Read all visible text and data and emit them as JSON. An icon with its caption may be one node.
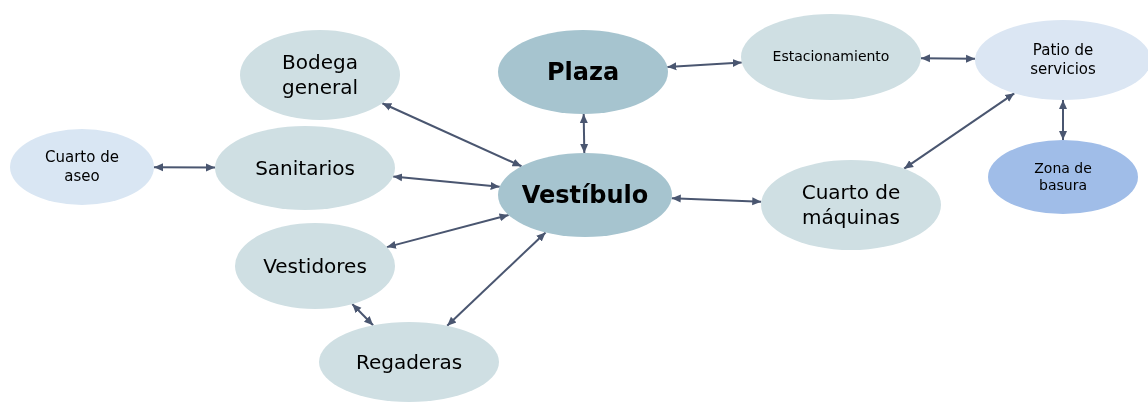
{
  "diagram": {
    "nodes": [
      {
        "text": [
          "Bodega general"
        ]
      },
      {
        "text": [
          "Plaza"
        ]
      },
      {
        "text": [
          "Estacionamiento"
        ]
      },
      {
        "text": [
          "Patio de servicios"
        ]
      },
      {
        "text": [
          "Cuarto de aseo"
        ]
      },
      {
        "text": [
          "Sanitarios"
        ]
      },
      {
        "text": [
          "Vestíbulo"
        ]
      },
      {
        "text": [
          "Cuarto de máquinas"
        ]
      },
      {
        "text": [
          "Zona de basura"
        ]
      },
      {
        "text": [
          "Vestidores"
        ]
      },
      {
        "text": [
          "Regaderas"
        ]
      }
    ],
    "edges": [
      {
        "from": 1,
        "to": 2,
        "arrow": "both"
      },
      {
        "from": 2,
        "to": 3,
        "arrow": "both"
      },
      {
        "from": 3,
        "to": 8,
        "arrow": "both"
      },
      {
        "from": 3,
        "to": 7,
        "arrow": "both"
      },
      {
        "from": 6,
        "to": 7,
        "arrow": "both"
      },
      {
        "from": 6,
        "to": 1,
        "arrow": "both"
      },
      {
        "from": 0,
        "to": 6,
        "arrow": "both"
      },
      {
        "from": 5,
        "to": 6,
        "arrow": "both"
      },
      {
        "from": 9,
        "to": 6,
        "arrow": "both"
      },
      {
        "from": 10,
        "to": 6,
        "arrow": "both"
      },
      {
        "from": 9,
        "to": 10,
        "arrow": "both"
      },
      {
        "from": 4,
        "to": 5,
        "arrow": "both"
      }
    ]
  }
}
